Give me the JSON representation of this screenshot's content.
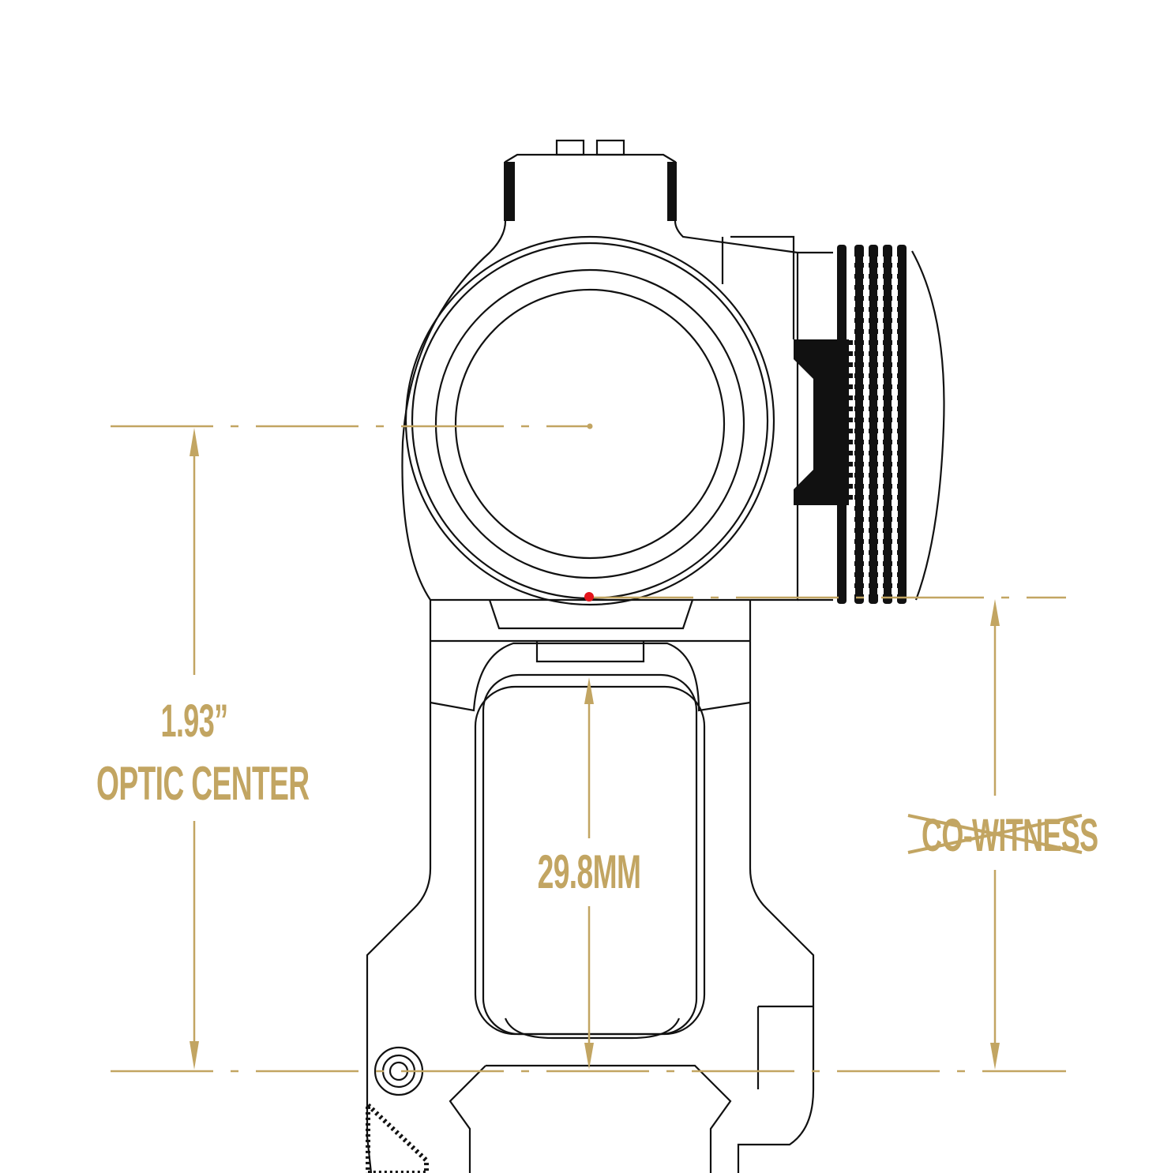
{
  "diagram": {
    "optic_center_height": "1.93”",
    "optic_center_label": "OPTIC CENTER",
    "window_height": "29.8MM",
    "co_witness_label": "CO-WITNESS",
    "co_witness_struck_out": true
  },
  "colors": {
    "dimension": "#c2a562",
    "outline": "#111111",
    "red_dot": "#e3141b"
  }
}
